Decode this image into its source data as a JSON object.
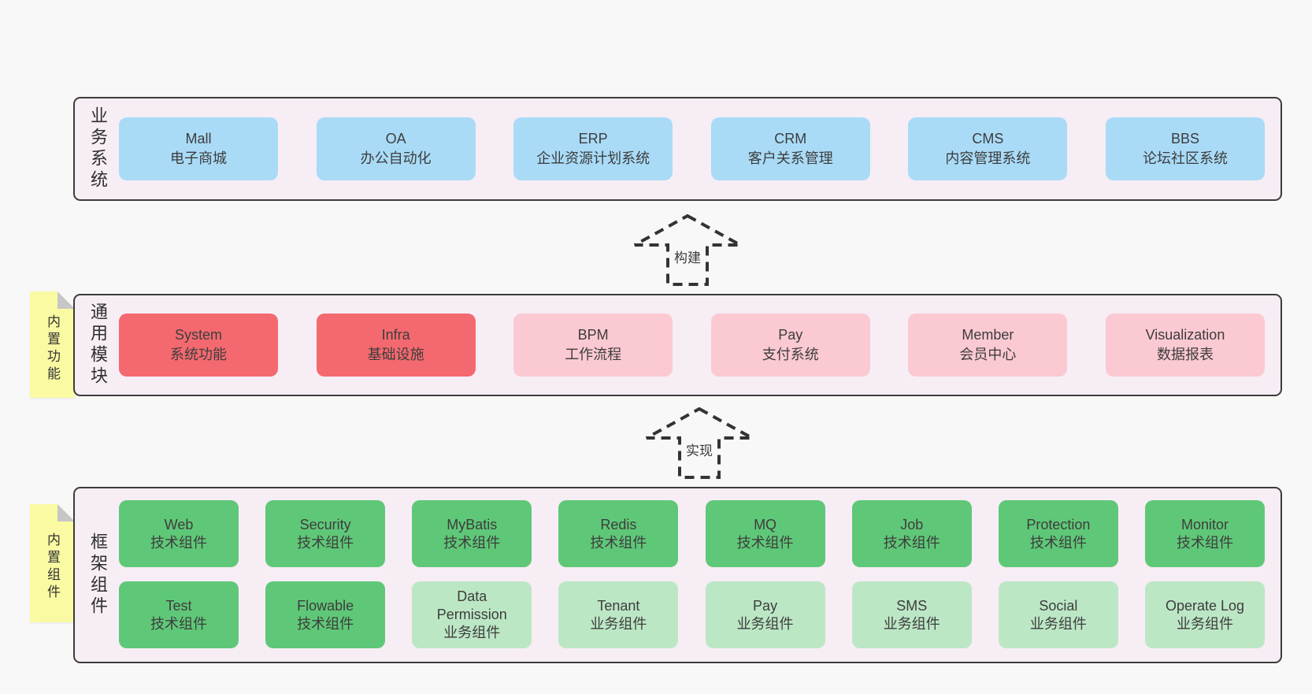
{
  "colors": {
    "page_bg": "#f8f8f8",
    "band_bg": "#f7edf5",
    "border": "#3c3c3c",
    "sticky": "#fafaa3",
    "sticky_fold": "#c6c6c6",
    "blue": "#a9dbf7",
    "red": "#f4696f",
    "pink": "#fbc9d2",
    "green": "#5fc878",
    "lightgreen": "#bce7c5"
  },
  "arrows": [
    {
      "label": "构建"
    },
    {
      "label": "实现"
    }
  ],
  "bands": [
    {
      "label": "业务系统",
      "boxes": [
        {
          "title": "Mall",
          "subtitle": "电子商城",
          "variant": "blue"
        },
        {
          "title": "OA",
          "subtitle": "办公自动化",
          "variant": "blue"
        },
        {
          "title": "ERP",
          "subtitle": "企业资源计划系统",
          "variant": "blue"
        },
        {
          "title": "CRM",
          "subtitle": "客户关系管理",
          "variant": "blue"
        },
        {
          "title": "CMS",
          "subtitle": "内容管理系统",
          "variant": "blue"
        },
        {
          "title": "BBS",
          "subtitle": "论坛社区系统",
          "variant": "blue"
        }
      ]
    },
    {
      "label": "通用模块",
      "sticky": "内置功能",
      "boxes": [
        {
          "title": "System",
          "subtitle": "系统功能",
          "variant": "red"
        },
        {
          "title": "Infra",
          "subtitle": "基础设施",
          "variant": "red"
        },
        {
          "title": "BPM",
          "subtitle": "工作流程",
          "variant": "pink"
        },
        {
          "title": "Pay",
          "subtitle": "支付系统",
          "variant": "pink"
        },
        {
          "title": "Member",
          "subtitle": "会员中心",
          "variant": "pink"
        },
        {
          "title": "Visualization",
          "subtitle": "数据报表",
          "variant": "pink"
        }
      ]
    },
    {
      "label": "框架组件",
      "sticky": "内置组件",
      "rows": [
        [
          {
            "title": "Web",
            "subtitle": "技术组件",
            "variant": "green"
          },
          {
            "title": "Security",
            "subtitle": "技术组件",
            "variant": "green"
          },
          {
            "title": "MyBatis",
            "subtitle": "技术组件",
            "variant": "green"
          },
          {
            "title": "Redis",
            "subtitle": "技术组件",
            "variant": "green"
          },
          {
            "title": "MQ",
            "subtitle": "技术组件",
            "variant": "green"
          },
          {
            "title": "Job",
            "subtitle": "技术组件",
            "variant": "green"
          },
          {
            "title": "Protection",
            "subtitle": "技术组件",
            "variant": "green"
          },
          {
            "title": "Monitor",
            "subtitle": "技术组件",
            "variant": "green"
          }
        ],
        [
          {
            "title": "Test",
            "subtitle": "技术组件",
            "variant": "green"
          },
          {
            "title": "Flowable",
            "subtitle": "技术组件",
            "variant": "green"
          },
          {
            "title": "Data Permission",
            "subtitle": "业务组件",
            "variant": "lightgreen"
          },
          {
            "title": "Tenant",
            "subtitle": "业务组件",
            "variant": "lightgreen"
          },
          {
            "title": "Pay",
            "subtitle": "业务组件",
            "variant": "lightgreen"
          },
          {
            "title": "SMS",
            "subtitle": "业务组件",
            "variant": "lightgreen"
          },
          {
            "title": "Social",
            "subtitle": "业务组件",
            "variant": "lightgreen"
          },
          {
            "title": "Operate Log",
            "subtitle": "业务组件",
            "variant": "lightgreen"
          }
        ]
      ]
    }
  ]
}
